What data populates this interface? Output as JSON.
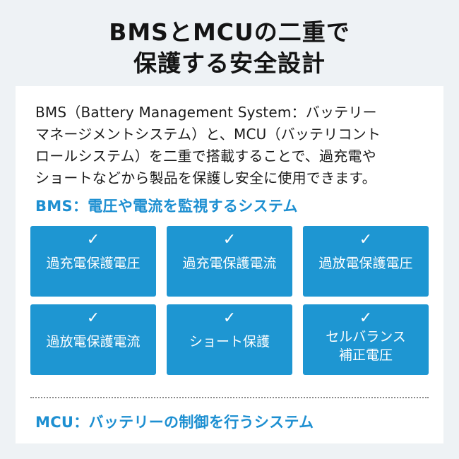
{
  "title": {
    "line1": "BMSとMCUの二重で",
    "line2": "保護する安全設計"
  },
  "description": [
    "BMS（Battery Management System：バッテリー",
    "マネージメントシステム）と、MCU（バッテリコント",
    "ロールシステム）を二重で搭載することで、過充電や",
    "ショートなどから製品を保護し安全に使用できます。"
  ],
  "bms_heading": "BMS：電圧や電流を監視するシステム",
  "check_glyph": "✓",
  "features": [
    {
      "lines": [
        "過充電保護電圧"
      ]
    },
    {
      "lines": [
        "過充電保護電流"
      ]
    },
    {
      "lines": [
        "過放電保護電圧"
      ]
    },
    {
      "lines": [
        "過放電保護電流"
      ]
    },
    {
      "lines": [
        "ショート保護"
      ]
    },
    {
      "lines": [
        "セルバランス",
        "補正電圧"
      ]
    }
  ],
  "mcu_heading": "MCU：バッテリーの制御を行うシステム",
  "colors": {
    "accent": "#1d8fd1",
    "tile": "#1e96d2",
    "background": "#eef2f5",
    "card": "#ffffff"
  }
}
